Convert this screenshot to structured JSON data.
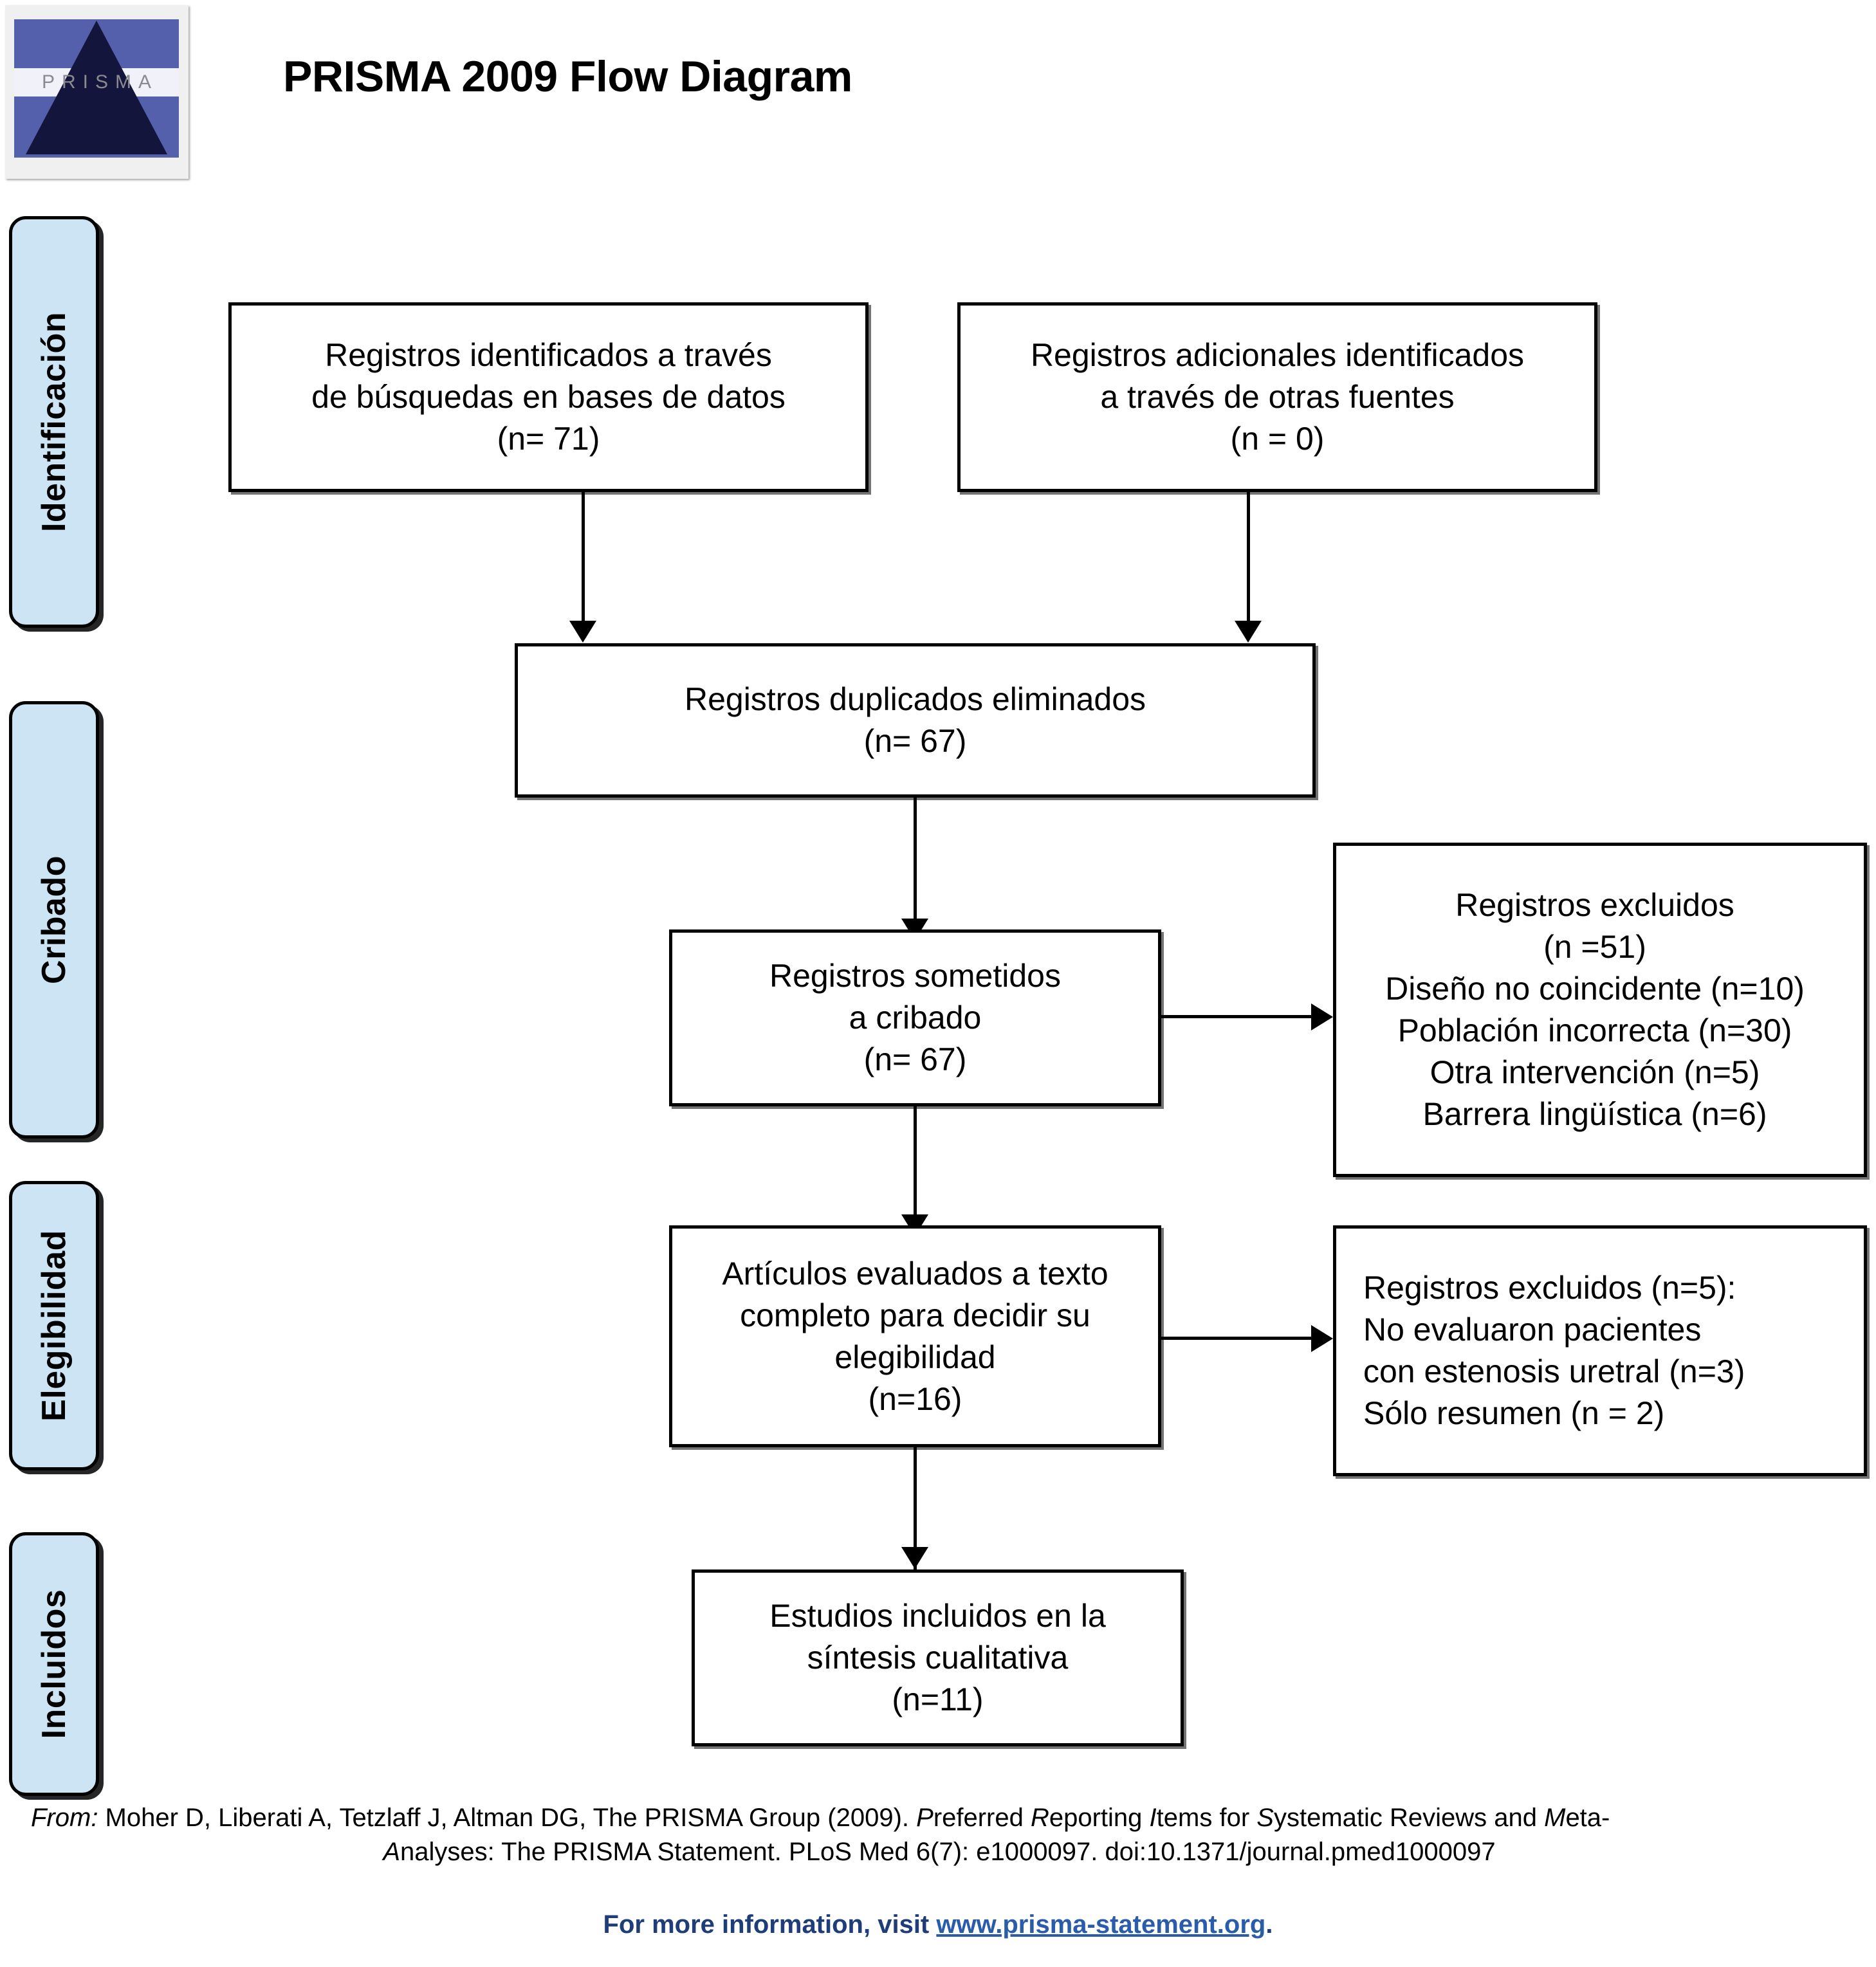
{
  "logo": {
    "alt": "prisma-logo",
    "wordmark": "PRISMA"
  },
  "title": "PRISMA 2009 Flow Diagram",
  "stages": [
    {
      "id": "identificacion",
      "label": "Identificación"
    },
    {
      "id": "cribado",
      "label": "Cribado"
    },
    {
      "id": "elegibilidad",
      "label": "Elegibilidad"
    },
    {
      "id": "incluidos",
      "label": "Incluidos"
    }
  ],
  "boxes": {
    "records_identified_db": "Registros identificados a través\nde búsquedas en bases de datos\n(n= 71)",
    "records_identified_other": "Registros adicionales identificados\na través de otras fuentes\n(n = 0)",
    "duplicates_removed": "Registros duplicados eliminados\n(n= 67)",
    "records_screened": "Registros sometidos\na cribado\n(n= 67)",
    "records_excluded": "Registros excluidos\n(n =51)\nDiseño no coincidente (n=10)\nPoblación incorrecta (n=30)\nOtra intervención (n=5)\nBarrera lingüística (n=6)",
    "fulltext_assessed": "Artículos evaluados a texto\ncompleto para decidir su\nelegibilidad\n(n=16)",
    "fulltext_excluded": "Registros excluidos (n=5):\nNo evaluaron pacientes\ncon estenosis uretral (n=3)\nSólo resumen (n = 2)",
    "studies_included": "Estudios incluidos en la\nsíntesis cualitativa\n(n=11)"
  },
  "chart_data": {
    "type": "diagram",
    "title": "PRISMA 2009 Flow Diagram",
    "nodes": [
      {
        "id": "records_identified_db",
        "stage": "Identificación",
        "label": "Registros identificados a través de búsquedas en bases de datos",
        "n": 71
      },
      {
        "id": "records_identified_other",
        "stage": "Identificación",
        "label": "Registros adicionales identificados a través de otras fuentes",
        "n": 0
      },
      {
        "id": "duplicates_removed",
        "stage": "Cribado",
        "label": "Registros duplicados eliminados",
        "n": 67
      },
      {
        "id": "records_screened",
        "stage": "Cribado",
        "label": "Registros sometidos a cribado",
        "n": 67
      },
      {
        "id": "records_excluded",
        "stage": "Cribado",
        "label": "Registros excluidos",
        "n": 51,
        "reasons": [
          {
            "label": "Diseño no coincidente",
            "n": 10
          },
          {
            "label": "Población incorrecta",
            "n": 30
          },
          {
            "label": "Otra intervención",
            "n": 5
          },
          {
            "label": "Barrera lingüística",
            "n": 6
          }
        ]
      },
      {
        "id": "fulltext_assessed",
        "stage": "Elegibilidad",
        "label": "Artículos evaluados a texto completo para decidir su elegibilidad",
        "n": 16
      },
      {
        "id": "fulltext_excluded",
        "stage": "Elegibilidad",
        "label": "Registros excluidos",
        "n": 5,
        "reasons": [
          {
            "label": "No evaluaron pacientes con estenosis uretral",
            "n": 3
          },
          {
            "label": "Sólo resumen",
            "n": 2
          }
        ]
      },
      {
        "id": "studies_included",
        "stage": "Incluidos",
        "label": "Estudios incluidos en la síntesis cualitativa",
        "n": 11
      }
    ],
    "edges": [
      {
        "from": "records_identified_db",
        "to": "duplicates_removed"
      },
      {
        "from": "records_identified_other",
        "to": "duplicates_removed"
      },
      {
        "from": "duplicates_removed",
        "to": "records_screened"
      },
      {
        "from": "records_screened",
        "to": "records_excluded"
      },
      {
        "from": "records_screened",
        "to": "fulltext_assessed"
      },
      {
        "from": "fulltext_assessed",
        "to": "fulltext_excluded"
      },
      {
        "from": "fulltext_assessed",
        "to": "studies_included"
      }
    ]
  },
  "footer": {
    "from_label": "From:",
    "citation_part1": "  Moher D, Liberati A, Tetzlaff J, Altman DG, The PRISMA Group (2009). ",
    "citation_italic_P": "P",
    "citation_reporting": "referred ",
    "citation_italic_R": "R",
    "citation_items": "eporting ",
    "citation_italic_I": "I",
    "citation_items2": "tems for ",
    "citation_italic_S": "S",
    "citation_sys": "ystematic Reviews and ",
    "citation_italic_M": "M",
    "citation_meta": "eta-",
    "citation_line2_italic_A": "A",
    "citation_line2": "nalyses: The PRISMA Statement. PLoS Med 6(7): e1000097. doi:10.1371/journal.pmed1000097",
    "info_prefix": "For more information, visit ",
    "info_url": "www.prisma-statement.org",
    "info_suffix": "."
  }
}
